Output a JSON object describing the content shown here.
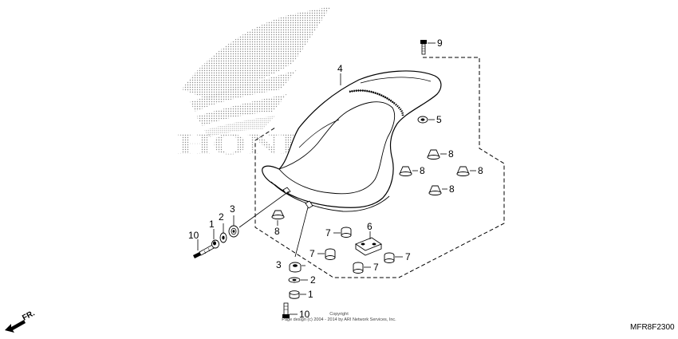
{
  "watermark": {
    "brand_text": "HONDA"
  },
  "callouts": [
    {
      "id": "c4",
      "label": "4"
    },
    {
      "id": "c9",
      "label": "9"
    },
    {
      "id": "c5",
      "label": "5"
    },
    {
      "id": "c8a",
      "label": "8"
    },
    {
      "id": "c8b",
      "label": "8"
    },
    {
      "id": "c8c",
      "label": "8"
    },
    {
      "id": "c8d",
      "label": "8"
    },
    {
      "id": "c8e",
      "label": "8"
    },
    {
      "id": "c6",
      "label": "6"
    },
    {
      "id": "c7a",
      "label": "7"
    },
    {
      "id": "c7b",
      "label": "7"
    },
    {
      "id": "c7c",
      "label": "7"
    },
    {
      "id": "c7d",
      "label": "7"
    },
    {
      "id": "c3a",
      "label": "3"
    },
    {
      "id": "c2a",
      "label": "2"
    },
    {
      "id": "c1a",
      "label": "1"
    },
    {
      "id": "c10a",
      "label": "10"
    },
    {
      "id": "c3b",
      "label": "3"
    },
    {
      "id": "c2b",
      "label": "2"
    },
    {
      "id": "c1b",
      "label": "1"
    },
    {
      "id": "c10b",
      "label": "10"
    }
  ],
  "footer": {
    "copyright_line1": "Copyright",
    "copyright_line2": "Page design (c) 2004 - 2014 by ARI Network Services, Inc."
  },
  "diagram_code": "MFR8F2300",
  "direction_label": "FR."
}
